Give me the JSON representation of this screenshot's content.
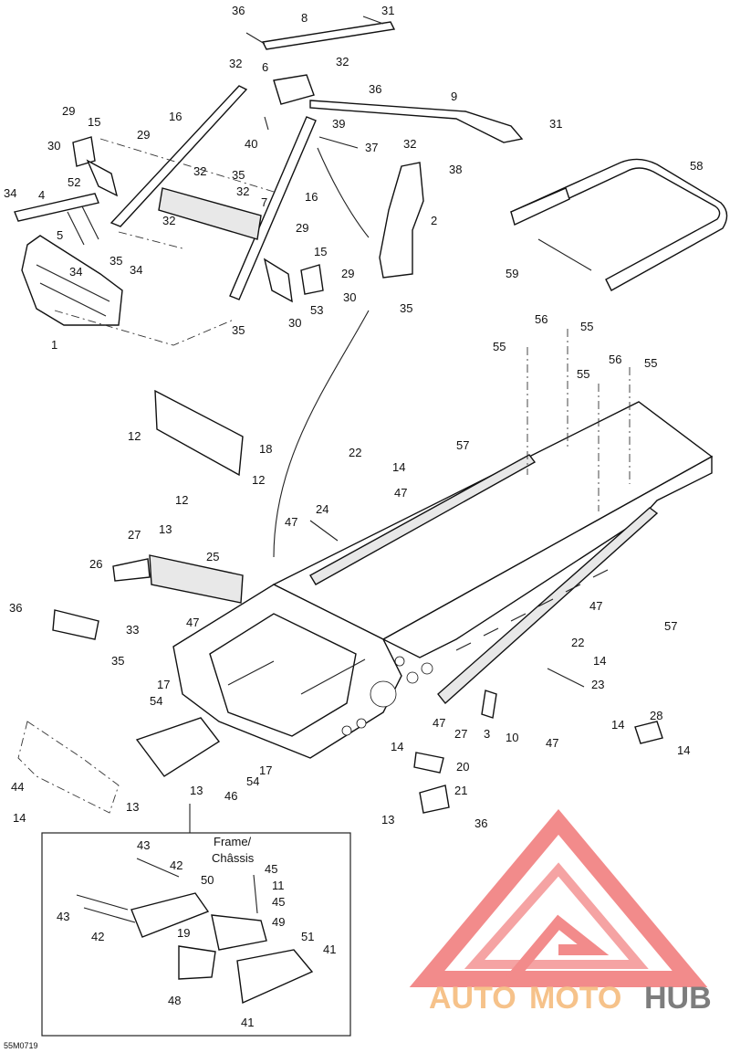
{
  "diagram": {
    "document_code": "55M0719",
    "inset_label": "Frame/\nChâssis",
    "watermark": "AUTOMOTOHUB",
    "watermark_colors": {
      "auto": "#f6c28a",
      "moto": "#f6c28a",
      "hub": "#7d7d7d",
      "logo": "#f28b8b"
    },
    "callouts": [
      {
        "text": "36"
      },
      {
        "text": "8"
      },
      {
        "text": "31"
      },
      {
        "text": "32"
      },
      {
        "text": "6"
      },
      {
        "text": "32"
      },
      {
        "text": "36"
      },
      {
        "text": "9"
      },
      {
        "text": "16"
      },
      {
        "text": "40"
      },
      {
        "text": "39"
      },
      {
        "text": "37"
      },
      {
        "text": "31"
      },
      {
        "text": "29"
      },
      {
        "text": "15"
      },
      {
        "text": "29"
      },
      {
        "text": "30"
      },
      {
        "text": "32"
      },
      {
        "text": "35"
      },
      {
        "text": "32"
      },
      {
        "text": "52"
      },
      {
        "text": "7"
      },
      {
        "text": "16"
      },
      {
        "text": "32"
      },
      {
        "text": "38"
      },
      {
        "text": "34"
      },
      {
        "text": "4"
      },
      {
        "text": "2"
      },
      {
        "text": "5"
      },
      {
        "text": "32"
      },
      {
        "text": "29"
      },
      {
        "text": "58"
      },
      {
        "text": "35"
      },
      {
        "text": "34"
      },
      {
        "text": "34"
      },
      {
        "text": "15"
      },
      {
        "text": "29"
      },
      {
        "text": "30"
      },
      {
        "text": "53"
      },
      {
        "text": "59"
      },
      {
        "text": "35"
      },
      {
        "text": "30"
      },
      {
        "text": "1"
      },
      {
        "text": "35"
      },
      {
        "text": "56"
      },
      {
        "text": "55"
      },
      {
        "text": "55"
      },
      {
        "text": "55"
      },
      {
        "text": "56"
      },
      {
        "text": "55"
      },
      {
        "text": "12"
      },
      {
        "text": "18"
      },
      {
        "text": "57"
      },
      {
        "text": "22"
      },
      {
        "text": "14"
      },
      {
        "text": "12"
      },
      {
        "text": "12"
      },
      {
        "text": "47"
      },
      {
        "text": "24"
      },
      {
        "text": "47"
      },
      {
        "text": "27"
      },
      {
        "text": "13"
      },
      {
        "text": "26"
      },
      {
        "text": "25"
      },
      {
        "text": "36"
      },
      {
        "text": "47"
      },
      {
        "text": "33"
      },
      {
        "text": "47"
      },
      {
        "text": "57"
      },
      {
        "text": "35"
      },
      {
        "text": "22"
      },
      {
        "text": "14"
      },
      {
        "text": "17"
      },
      {
        "text": "54"
      },
      {
        "text": "23"
      },
      {
        "text": "47"
      },
      {
        "text": "27"
      },
      {
        "text": "3"
      },
      {
        "text": "10"
      },
      {
        "text": "47"
      },
      {
        "text": "28"
      },
      {
        "text": "14"
      },
      {
        "text": "14"
      },
      {
        "text": "17"
      },
      {
        "text": "14"
      },
      {
        "text": "20"
      },
      {
        "text": "54"
      },
      {
        "text": "44"
      },
      {
        "text": "13"
      },
      {
        "text": "46"
      },
      {
        "text": "21"
      },
      {
        "text": "14"
      },
      {
        "text": "13"
      },
      {
        "text": "13"
      },
      {
        "text": "36"
      },
      {
        "text": "43"
      },
      {
        "text": "45"
      },
      {
        "text": "42"
      },
      {
        "text": "50"
      },
      {
        "text": "11"
      },
      {
        "text": "45"
      },
      {
        "text": "43"
      },
      {
        "text": "49"
      },
      {
        "text": "42"
      },
      {
        "text": "19"
      },
      {
        "text": "51"
      },
      {
        "text": "41"
      },
      {
        "text": "48"
      },
      {
        "text": "41"
      }
    ]
  }
}
